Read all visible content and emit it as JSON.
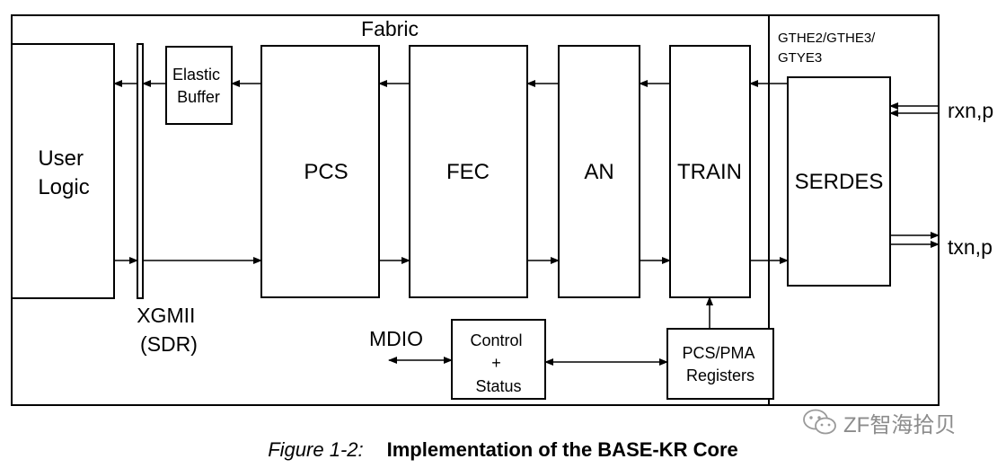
{
  "regions": {
    "fabric": "Fabric",
    "transceiver": [
      "GTHE2/GTHE3/",
      "GTYE3"
    ]
  },
  "blocks": {
    "user_logic": [
      "User",
      "Logic"
    ],
    "elastic_buffer": [
      "Elastic",
      "Buffer"
    ],
    "pcs": "PCS",
    "fec": "FEC",
    "an": "AN",
    "train": "TRAIN",
    "serdes": "SERDES",
    "control_status": [
      "Control",
      "+",
      "Status"
    ],
    "pcs_pma_registers": [
      "PCS/PMA",
      "Registers"
    ]
  },
  "labels": {
    "xgmii": [
      "XGMII",
      "(SDR)"
    ],
    "mdio": "MDIO",
    "rx": "rxn,p",
    "tx": "txn,p"
  },
  "caption": {
    "figure": "Figure 1-2:",
    "title": "Implementation of the BASE-KR Core"
  },
  "watermark": "ZF智海拾贝"
}
